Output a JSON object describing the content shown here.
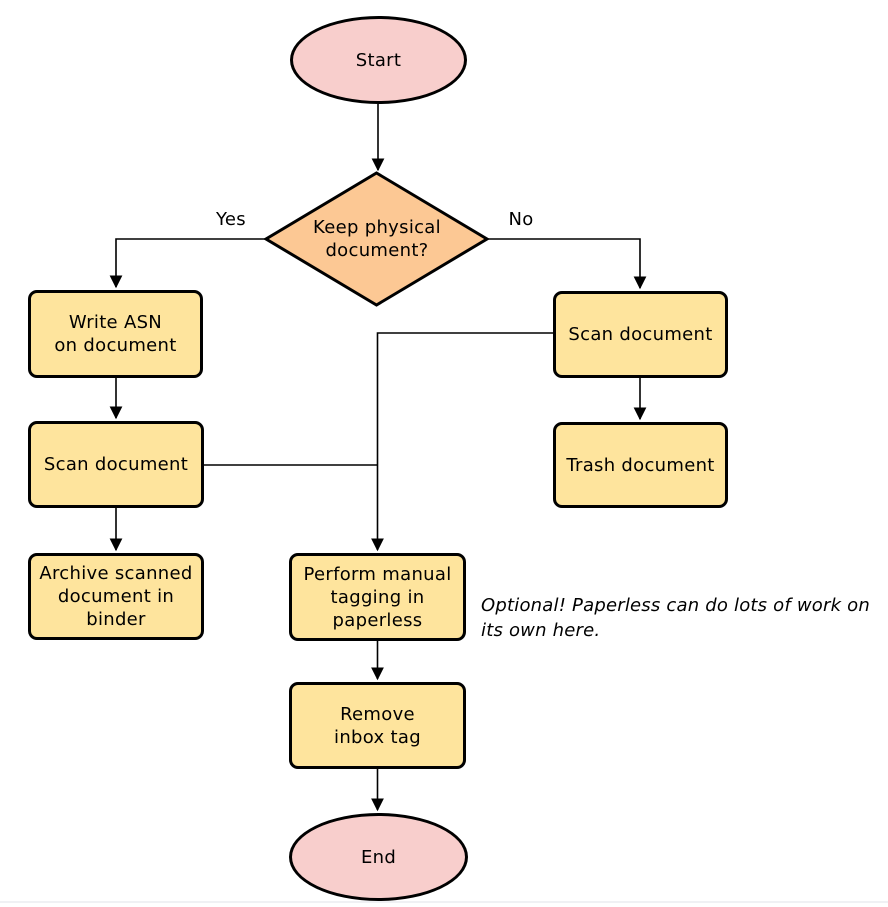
{
  "colors": {
    "terminal_fill": "#f8cecc",
    "decision_fill": "#fcc894",
    "process_fill": "#fee49d",
    "stroke": "#000000"
  },
  "nodes": {
    "start": {
      "label": "Start"
    },
    "decision": {
      "label": "Keep physical\ndocument?"
    },
    "write_asn": {
      "label": "Write ASN\non document"
    },
    "scan_left": {
      "label": "Scan document"
    },
    "archive": {
      "label": "Archive scanned\ndocument in\nbinder"
    },
    "scan_right": {
      "label": "Scan document"
    },
    "trash": {
      "label": "Trash document"
    },
    "tagging": {
      "label": "Perform manual\ntagging in\npaperless"
    },
    "remove_inbox": {
      "label": "Remove\ninbox tag"
    },
    "end": {
      "label": "End"
    }
  },
  "edge_labels": {
    "yes": "Yes",
    "no": "No"
  },
  "note": {
    "text": "Optional! Paperless can do lots of work on\nits own here."
  }
}
